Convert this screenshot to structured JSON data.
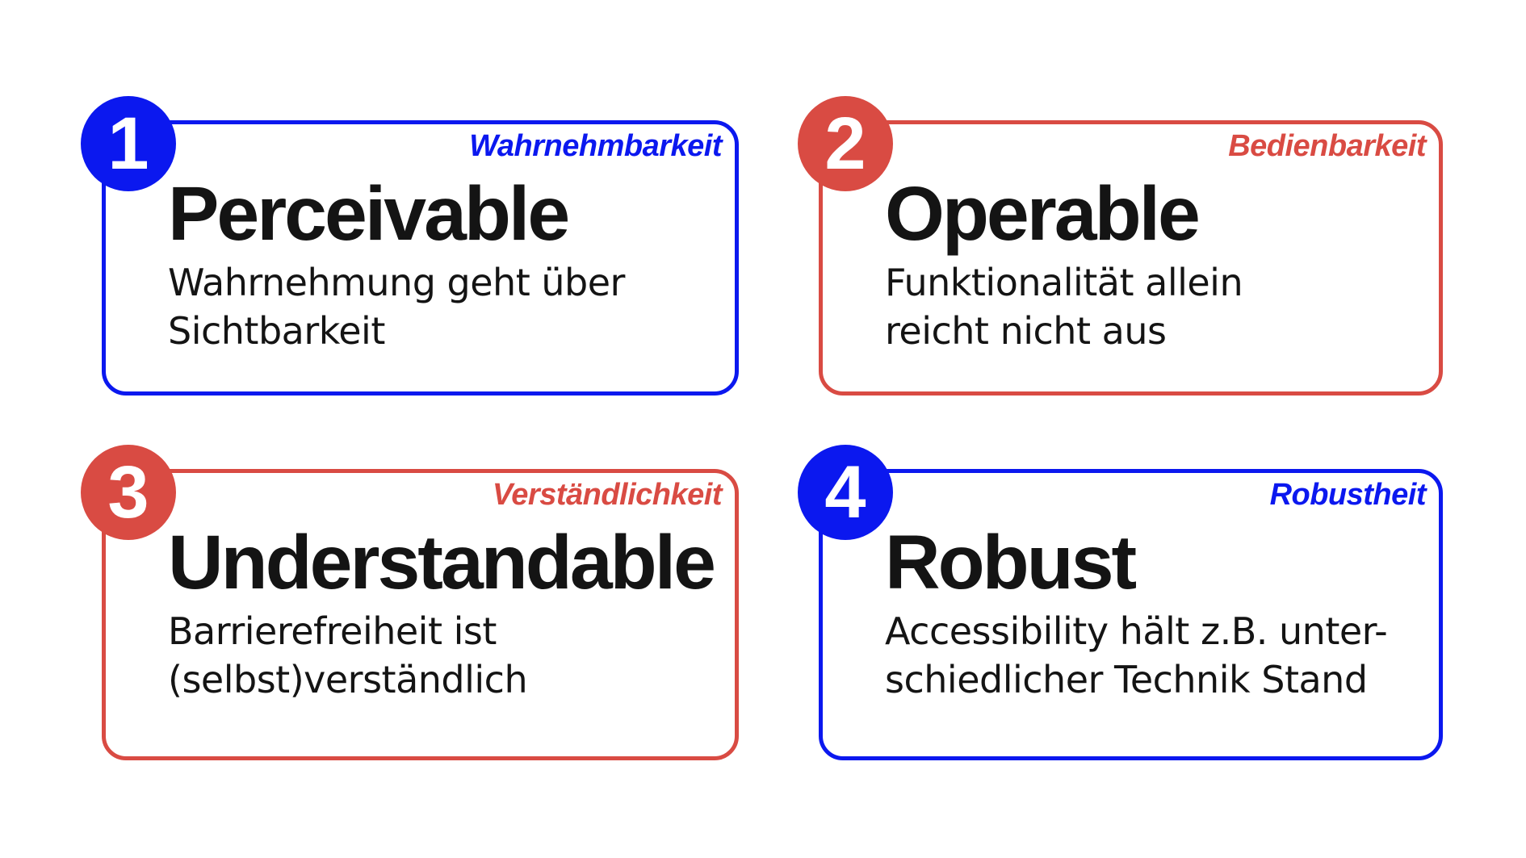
{
  "colors": {
    "blue": "#0b18ef",
    "red": "#d94b43",
    "text": "#141414",
    "background": "#ffffff",
    "badge_number": "#ffffff"
  },
  "cards": [
    {
      "number": "1",
      "accent": "blue",
      "label": "Wahrnehmbarkeit",
      "title": "Perceivable",
      "description_lines": [
        "Wahrnehmung geht über",
        "Sichtbarkeit"
      ]
    },
    {
      "number": "2",
      "accent": "red",
      "label": "Bedienbarkeit",
      "title": "Operable",
      "description_lines": [
        "Funktionalität allein",
        "reicht nicht aus"
      ]
    },
    {
      "number": "3",
      "accent": "red",
      "label": "Verständlichkeit",
      "title": "Understandable",
      "description_lines": [
        "Barrierefreiheit ist",
        "(selbst)verständlich"
      ]
    },
    {
      "number": "4",
      "accent": "blue",
      "label": "Robustheit",
      "title": "Robust",
      "description_lines": [
        "Accessibility hält z.B. unter-",
        "schiedlicher Technik Stand"
      ]
    }
  ]
}
